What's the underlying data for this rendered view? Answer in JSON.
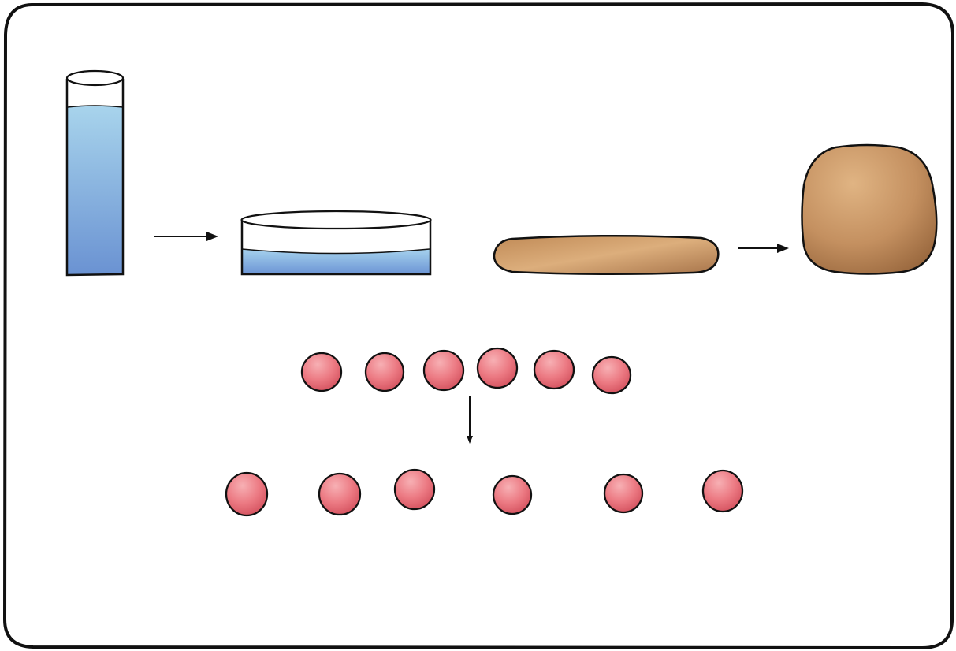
{
  "colors": {
    "outline": "#111111",
    "water_light": "#a8d4ec",
    "water_dark": "#6a92d2",
    "clay_light": "#d9ab78",
    "clay_dark": "#9c6a40",
    "bead_light": "#f39aa0",
    "bead_dark": "#dc5a66",
    "paper": "#ffffff"
  },
  "panels": [
    {
      "name": "water-conservation",
      "from": "tall-cylinder-of-water",
      "to": "wide-dish-of-water",
      "arrow": "right-arrow-icon"
    },
    {
      "name": "clay-conservation",
      "from": "flattened-clay-log",
      "to": "clay-ball",
      "arrow": "right-arrow-icon"
    },
    {
      "name": "number-conservation",
      "from": "bunched-bead-row",
      "to": "spread-bead-row",
      "arrow": "down-arrow-icon"
    }
  ],
  "beads": {
    "top_row_count": 6,
    "bottom_row_count": 6
  }
}
